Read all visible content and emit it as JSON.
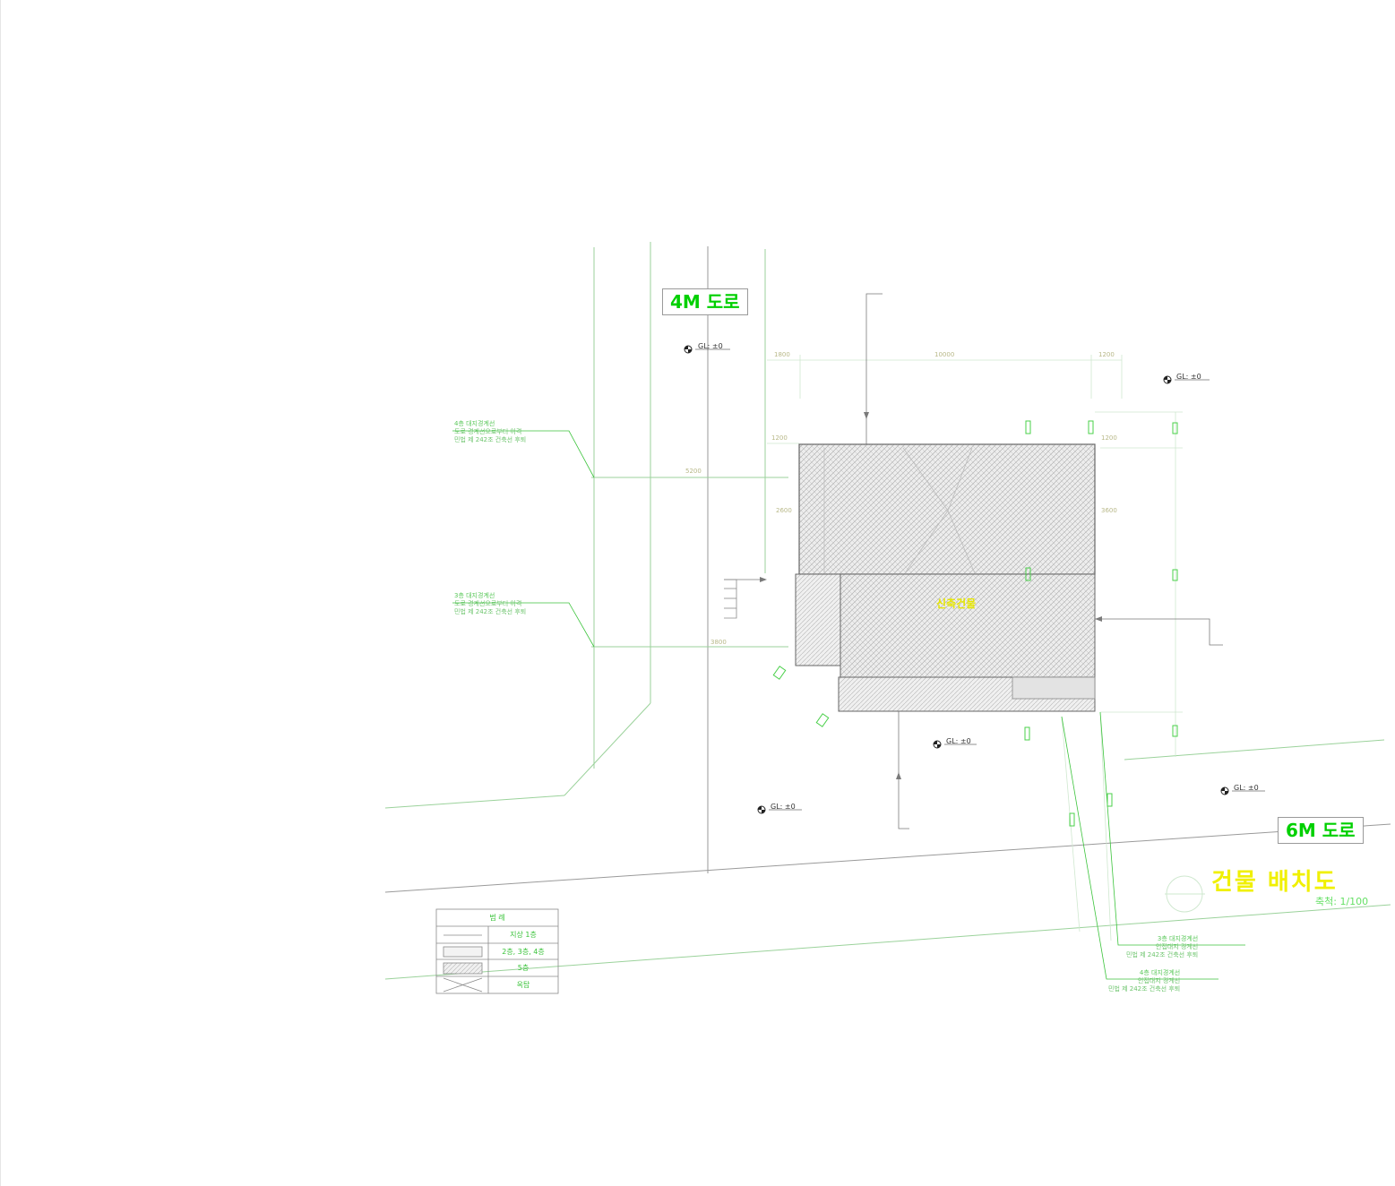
{
  "roads": {
    "north": "4M 도로",
    "south": "6M 도로"
  },
  "ground_levels": {
    "gl1": "GL: ±0",
    "gl2": "GL: ±0",
    "gl3": "GL: ±0",
    "gl4": "GL: ±0",
    "gl5": "GL: ±0"
  },
  "drawing_title": "건물 배치도",
  "scale": "축척: 1/100",
  "building_label": "신축건물",
  "dimensions": {
    "top_left": "1800",
    "top_mid": "10000",
    "top_right": "1200",
    "left_top": "1200",
    "left_mid": "2600",
    "right_top": "1200",
    "right_mid": "3600",
    "road_a": "5200",
    "road_b": "3800"
  },
  "notes": {
    "note1_title": "4층 대지경계선",
    "note1_line1": "도로 경계선으로부터 이격",
    "note1_line2": "민법 제 242조 건축선 후퇴",
    "note2_title": "3층 대지경계선",
    "note2_line1": "도로 경계선으로부터 이격",
    "note2_line2": "민법 제 242조 건축선 후퇴",
    "note3_title": "3층 대지경계선",
    "note3_line1": "인접대지 경계선",
    "note3_line2": "민법 제 242조 건축선 후퇴",
    "note4_title": "4층 대지경계선",
    "note4_line1": "인접대지 경계선",
    "note4_line2": "민법 제 242조 건축선 후퇴"
  },
  "legend": {
    "header": "범 례",
    "row1": "지상 1층",
    "row2": "2층, 3층, 4층",
    "row3": "5층",
    "row4": "옥탑"
  }
}
